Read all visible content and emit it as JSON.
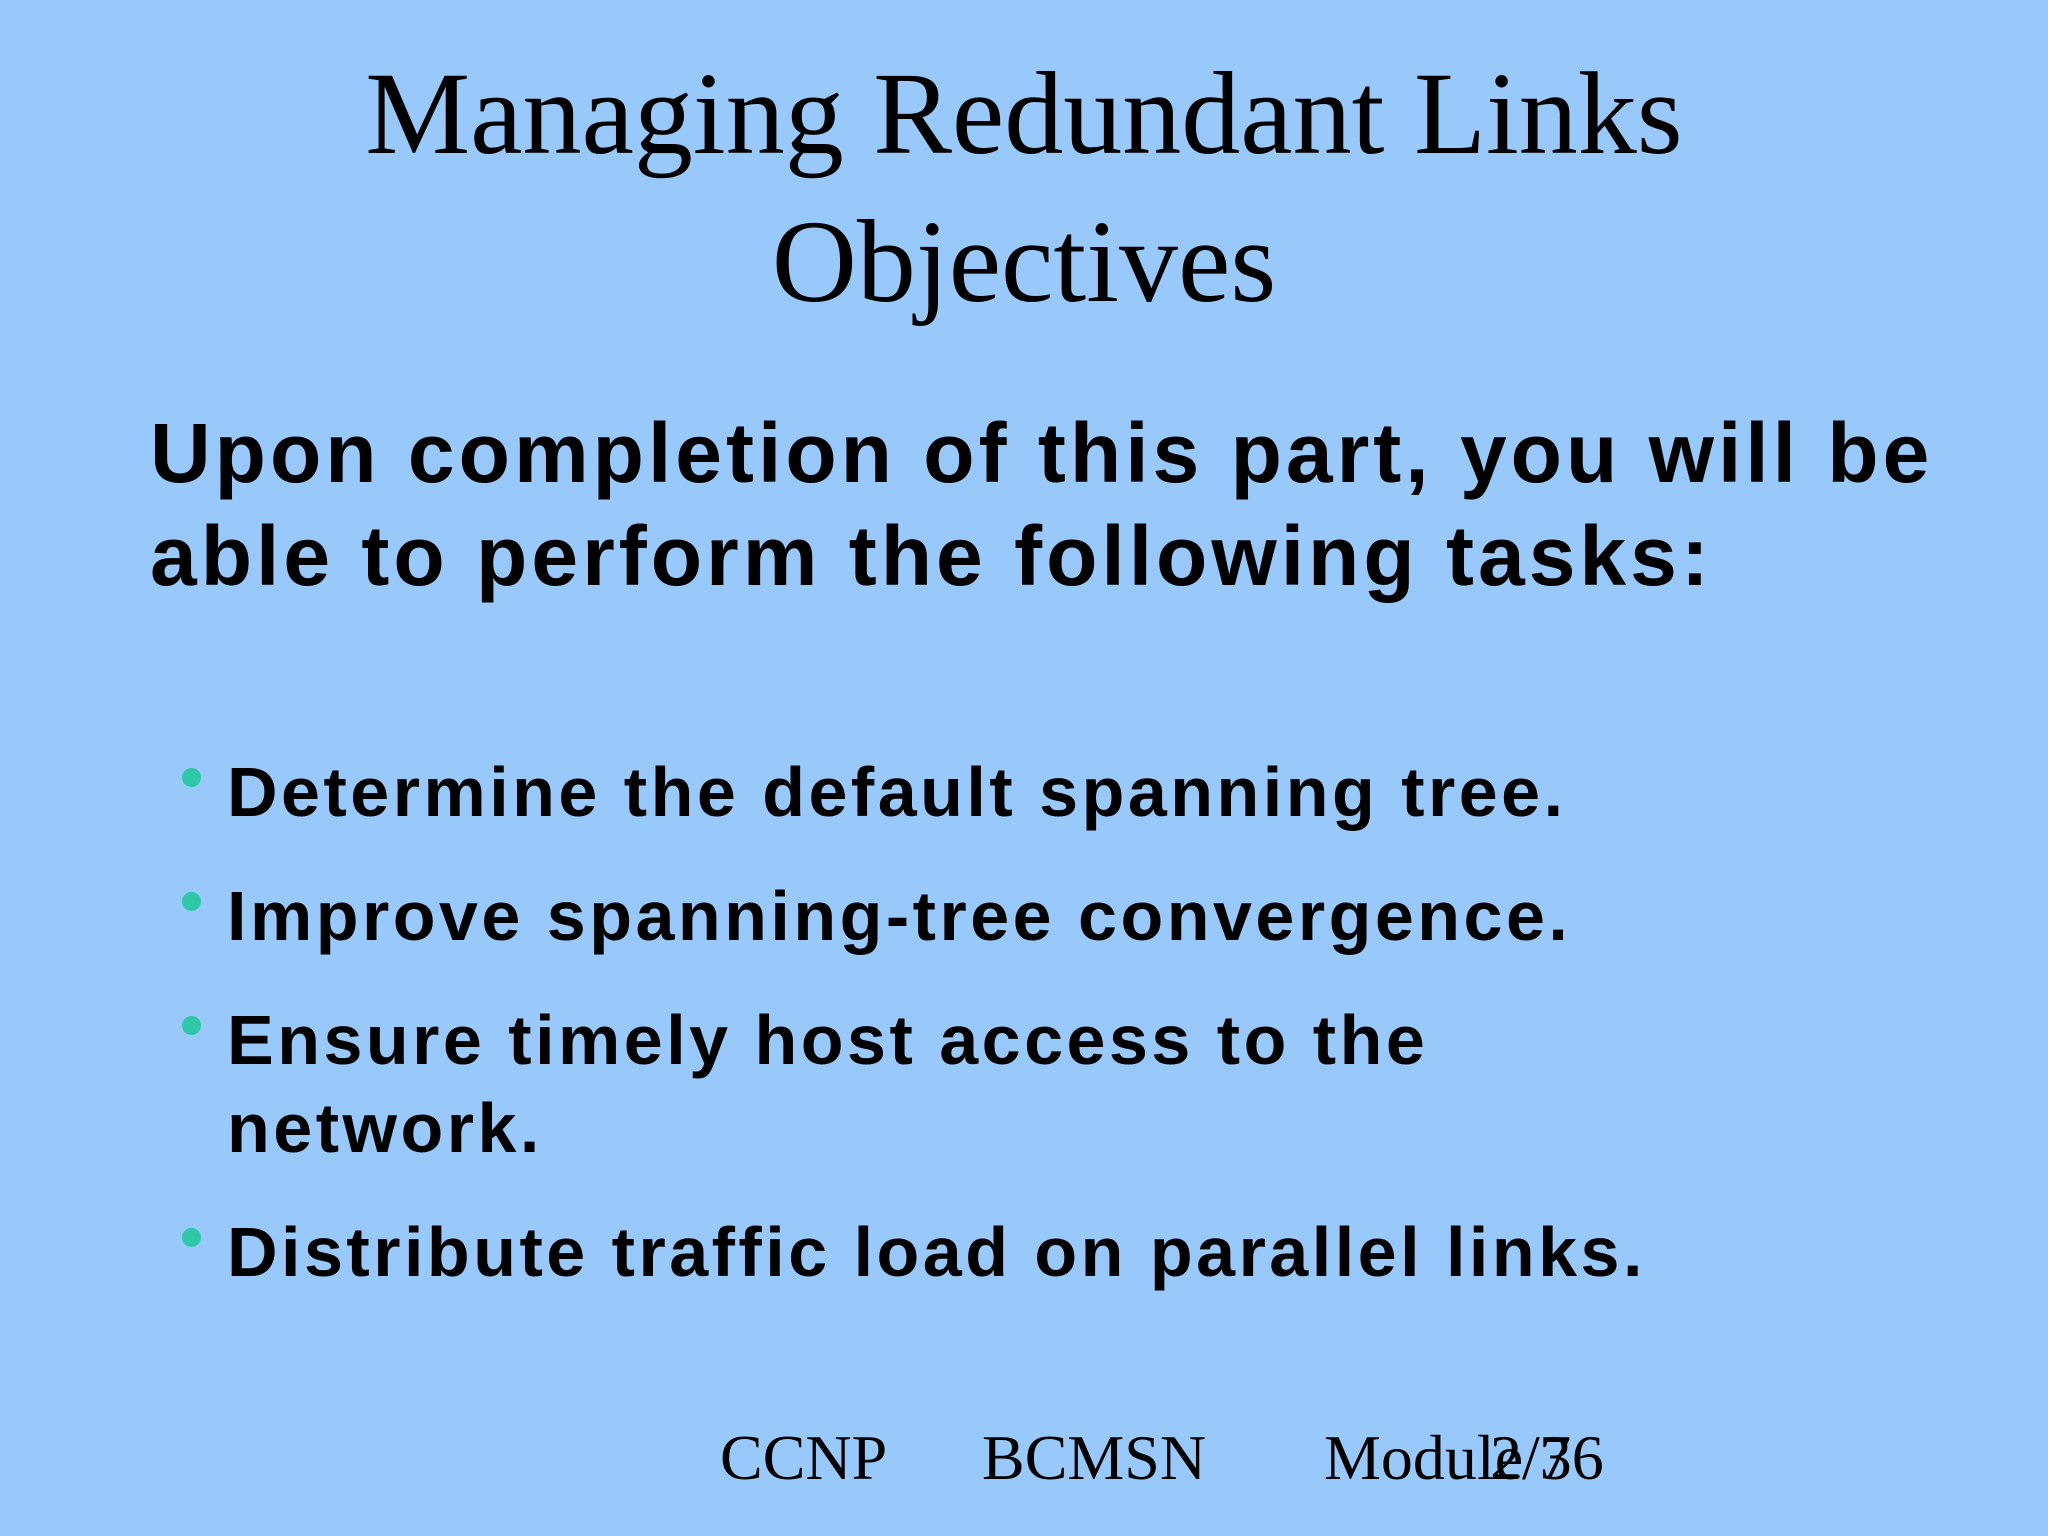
{
  "title": {
    "line1": "Managing Redundant Links",
    "line2": "Objectives"
  },
  "intro": "Upon completion of this part, you will be able to perform the following tasks:",
  "bullets": [
    "Determine the default spanning tree.",
    "Improve spanning-tree convergence.",
    "Ensure timely host access to the network.",
    "Distribute traffic load on parallel links."
  ],
  "footer": {
    "course": "CCNP",
    "subject": "BCMSN",
    "module": "Module 7",
    "page": "2/36"
  },
  "colors": {
    "background": "#99c9fb",
    "bullet": "#2fc7a6",
    "text": "#000000"
  }
}
